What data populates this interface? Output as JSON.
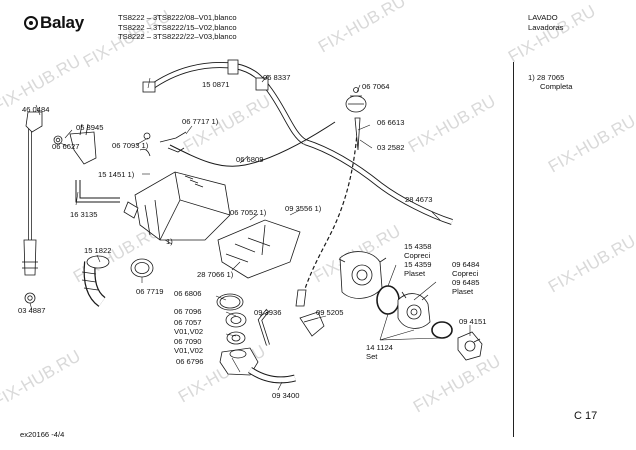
{
  "header": {
    "brand": "Balay",
    "models": [
      "TS8222 – 3TS8222/08–V01,blanco",
      "TS8222 – 3TS8222/15–V02,blanco",
      "TS8222 – 3TS8222/22–V03,blanco"
    ],
    "category": "LAVADO",
    "subcategory": "Lavadoras"
  },
  "side_note": {
    "ref": "1) 28 7065",
    "text": "Completa"
  },
  "footer": {
    "doc_code": "ex20166 -4/4",
    "page_code": "C 17"
  },
  "watermark": "FIX-HUB.RU",
  "parts": {
    "p150871": "15 0871",
    "p068337": "06 8337",
    "p067064": "06 7064",
    "p460484": "46 0484",
    "p058945": "05 8945",
    "p066627": "06 6627",
    "p0677171": "06 7717 1)",
    "p0670931": "06 7093 1)",
    "p066613": "06 6613",
    "p032582": "03 2582",
    "p066809": "06 6809",
    "p1514511": "15 1451 1)",
    "p163135": "16 3135",
    "p0935561": "09 3556 1)",
    "p0670521": "06 7052 1)",
    "p284673": "28 4673",
    "p151822": "15 1822",
    "p1": "1)",
    "p154358": "15 4358",
    "p_copreci1": "Copreci",
    "p154359": "15 4359",
    "p_plaset1": "Plaset",
    "p096484": "09 6484",
    "p_copreci2": "Copreci",
    "p096485": "09 6485",
    "p_plaset2": "Plaset",
    "p2870661": "28 7066 1)",
    "p067719": "06 7719",
    "p066806": "06 6806",
    "p034887": "03 4887",
    "p093936": "09 3936",
    "p095205": "09 5205",
    "p067096": "06 7096",
    "p067057": "06 7057",
    "p_v01v02a": "V01,V02",
    "p067090": "06 7090",
    "p_v01v02b": "V01,V02",
    "p066796": "06 6796",
    "p094151": "09 4151",
    "p141124": "14 1124",
    "p_set": "Set",
    "p093400": "09 3400"
  }
}
